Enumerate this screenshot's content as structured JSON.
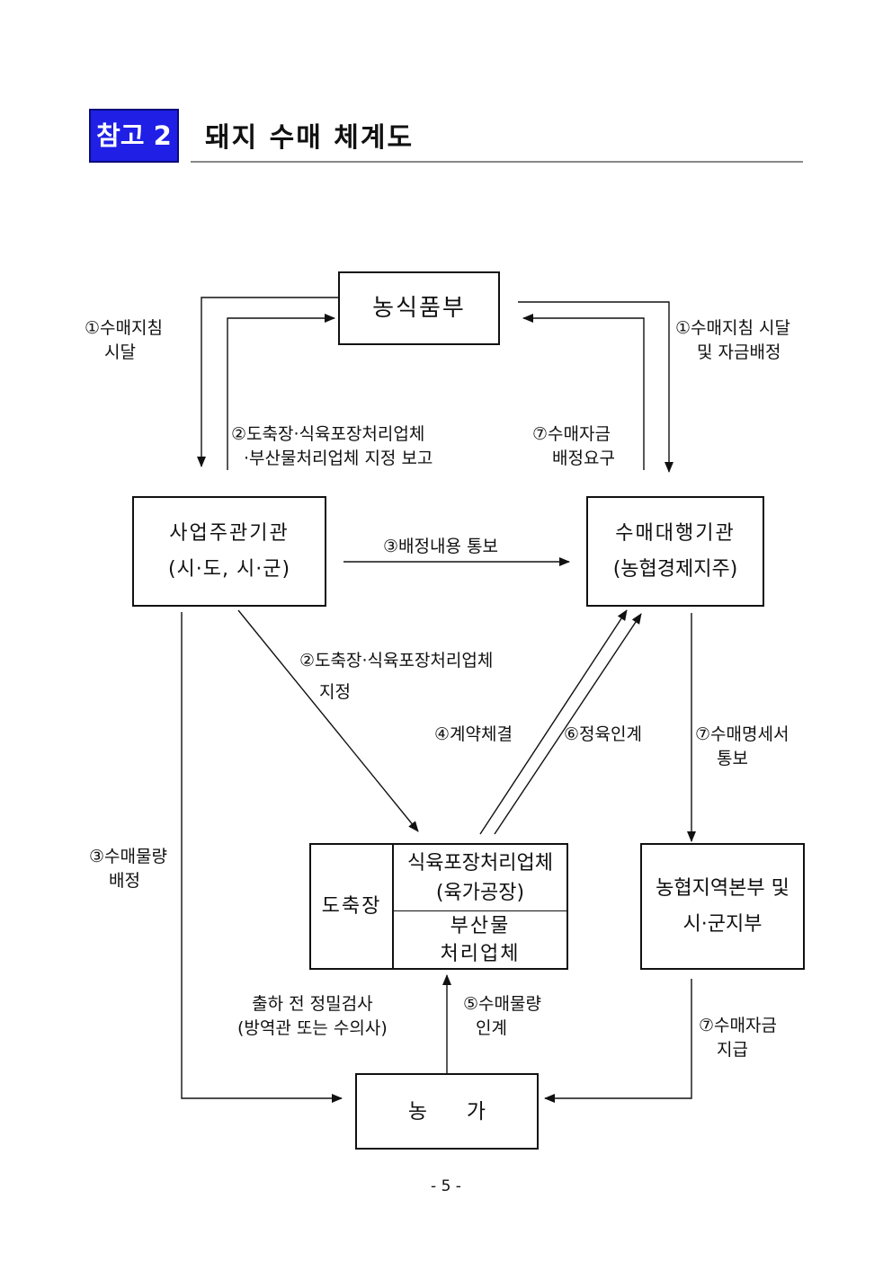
{
  "header": {
    "badge": "참고 2",
    "title": "돼지 수매 체계도"
  },
  "nodes": {
    "ministry": "농식품부",
    "agency": {
      "line1": "사업주관기관",
      "line2": "(시·도, 시·군)"
    },
    "proxy": {
      "line1": "수매대행기관",
      "line2": "(농협경제지주)"
    },
    "slaughter": "도축장",
    "meat_plant": {
      "line1": "식육포장처리업체",
      "line2": "(육가공장)"
    },
    "byproduct": {
      "line1": "부산물",
      "line2": "처리업체"
    },
    "regional": {
      "line1": "농협지역본부 및",
      "line2": "시·군지부"
    },
    "farm": "농      가"
  },
  "labels": {
    "l1_left": {
      "a": "①수매지침",
      "b": "시달"
    },
    "l1_right": {
      "a": "①수매지침 시달",
      "b": "및 자금배정"
    },
    "l2_report": {
      "a": "②도축장·식육포장처리업체",
      "b": "·부산물처리업체 지정 보고"
    },
    "l7_request": {
      "a": "⑦수매자금",
      "b": "배정요구"
    },
    "l3_notify": "③배정내용 통보",
    "l2_designate": {
      "a": "②도축장·식육포장처리업체",
      "b": "지정"
    },
    "l4_contract": "④계약체결",
    "l6_handover": "⑥정육인계",
    "l7_statement": {
      "a": "⑦수매명세서",
      "b": "통보"
    },
    "l3_allocate": {
      "a": "③수매물량",
      "b": "배정"
    },
    "inspection": {
      "a": "출하 전 정밀검사",
      "b": "(방역관 또는 수의사)"
    },
    "l5_handover": {
      "a": "⑤수매물량",
      "b": "인계"
    },
    "l7_pay": {
      "a": "⑦수매자금",
      "b": "지급"
    }
  },
  "footer": {
    "page": "- 5 -"
  }
}
